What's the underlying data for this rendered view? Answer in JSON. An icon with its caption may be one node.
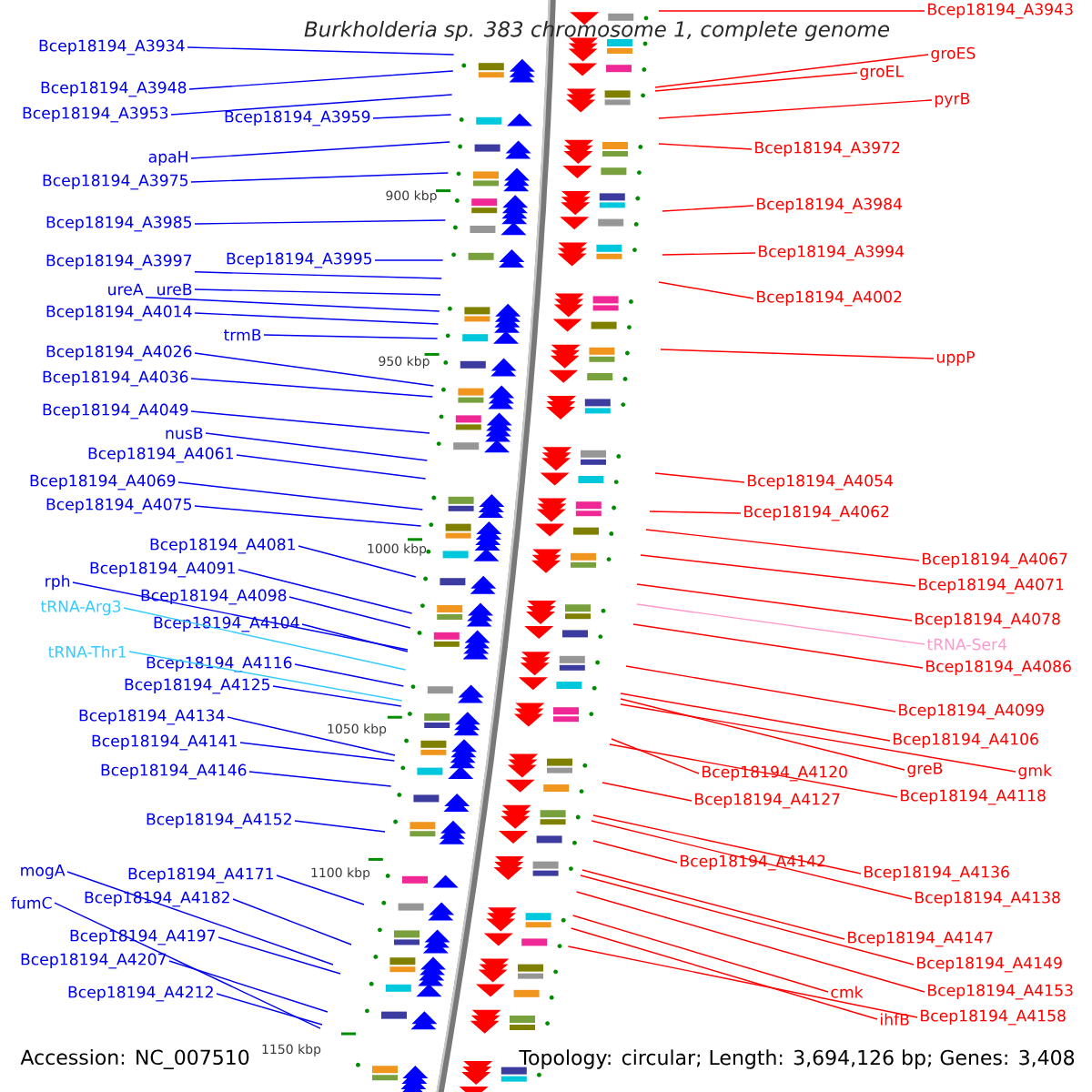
{
  "diagram": {
    "title": "Burkholderia sp. 383 chromosome 1, complete genome",
    "nodes": [
      {
        "text": [
          "Bcep18194_A3934"
        ]
      },
      {
        "text": [
          "Bcep18194_A3948"
        ]
      },
      {
        "text": [
          "Bcep18194_A3953"
        ]
      },
      {
        "text": [
          "Bcep18194_A3959"
        ]
      },
      {
        "text": [
          "apaH"
        ]
      },
      {
        "text": [
          "Bcep18194_A3975"
        ]
      },
      {
        "text": [
          "Bcep18194_A3985"
        ]
      },
      {
        "text": [
          "Bcep18194_A3997"
        ]
      },
      {
        "text": [
          "Bcep18194_A3995"
        ]
      },
      {
        "text": [
          "ureA"
        ]
      },
      {
        "text": [
          "ureB"
        ]
      },
      {
        "text": [
          "Bcep18194_A4014"
        ]
      },
      {
        "text": [
          "trmB"
        ]
      },
      {
        "text": [
          "Bcep18194_A4026"
        ]
      },
      {
        "text": [
          "Bcep18194_A4036"
        ]
      },
      {
        "text": [
          "Bcep18194_A4049"
        ]
      },
      {
        "text": [
          "nusB"
        ]
      },
      {
        "text": [
          "Bcep18194_A4061"
        ]
      },
      {
        "text": [
          "Bcep18194_A4069"
        ]
      },
      {
        "text": [
          "Bcep18194_A4075"
        ]
      },
      {
        "text": [
          "Bcep18194_A4081"
        ]
      },
      {
        "text": [
          "Bcep18194_A4091"
        ]
      },
      {
        "text": [
          "rph"
        ]
      },
      {
        "text": [
          "Bcep18194_A4098"
        ]
      },
      {
        "text": [
          "tRNA-Arg3"
        ]
      },
      {
        "text": [
          "Bcep18194_A4104"
        ]
      },
      {
        "text": [
          "tRNA-Thr1"
        ]
      },
      {
        "text": [
          "Bcep18194_A4116"
        ]
      },
      {
        "text": [
          "Bcep18194_A4125"
        ]
      },
      {
        "text": [
          "Bcep18194_A4134"
        ]
      },
      {
        "text": [
          "Bcep18194_A4141"
        ]
      },
      {
        "text": [
          "Bcep18194_A4146"
        ]
      },
      {
        "text": [
          "Bcep18194_A4152"
        ]
      },
      {
        "text": [
          "mogA"
        ]
      },
      {
        "text": [
          "Bcep18194_A4171"
        ]
      },
      {
        "text": [
          "fumC"
        ]
      },
      {
        "text": [
          "Bcep18194_A4182"
        ]
      },
      {
        "text": [
          "Bcep18194_A4197"
        ]
      },
      {
        "text": [
          "Bcep18194_A4207"
        ]
      },
      {
        "text": [
          "Bcep18194_A4212"
        ]
      },
      {
        "text": [
          "Bcep18194_A3943"
        ]
      },
      {
        "text": [
          "groES"
        ]
      },
      {
        "text": [
          "groEL"
        ]
      },
      {
        "text": [
          "pyrB"
        ]
      },
      {
        "text": [
          "Bcep18194_A3972"
        ]
      },
      {
        "text": [
          "Bcep18194_A3984"
        ]
      },
      {
        "text": [
          "Bcep18194_A3994"
        ]
      },
      {
        "text": [
          "Bcep18194_A4002"
        ]
      },
      {
        "text": [
          "uppP"
        ]
      },
      {
        "text": [
          "Bcep18194_A4054"
        ]
      },
      {
        "text": [
          "Bcep18194_A4062"
        ]
      },
      {
        "text": [
          "Bcep18194_A4067"
        ]
      },
      {
        "text": [
          "Bcep18194_A4071"
        ]
      },
      {
        "text": [
          "Bcep18194_A4078"
        ]
      },
      {
        "text": [
          "tRNA-Ser4"
        ]
      },
      {
        "text": [
          "Bcep18194_A4086"
        ]
      },
      {
        "text": [
          "Bcep18194_A4099"
        ]
      },
      {
        "text": [
          "Bcep18194_A4106"
        ]
      },
      {
        "text": [
          "greB"
        ]
      },
      {
        "text": [
          "gmk"
        ]
      },
      {
        "text": [
          "Bcep18194_A4120"
        ]
      },
      {
        "text": [
          "Bcep18194_A4118"
        ]
      },
      {
        "text": [
          "Bcep18194_A4127"
        ]
      },
      {
        "text": [
          "Bcep18194_A4142"
        ]
      },
      {
        "text": [
          "Bcep18194_A4136"
        ]
      },
      {
        "text": [
          "Bcep18194_A4138"
        ]
      },
      {
        "text": [
          "Bcep18194_A4147"
        ]
      },
      {
        "text": [
          "Bcep18194_A4149"
        ]
      },
      {
        "text": [
          "Bcep18194_A4153"
        ]
      },
      {
        "text": [
          "cmk"
        ]
      },
      {
        "text": [
          "ihfB"
        ]
      },
      {
        "text": [
          "Bcep18194_A4158"
        ]
      }
    ],
    "edges": [
      {
        "from": 0,
        "to": null,
        "arrow": "none"
      },
      {
        "from": 1,
        "to": null,
        "arrow": "none"
      },
      {
        "from": 2,
        "to": null,
        "arrow": "none"
      },
      {
        "from": 3,
        "to": null,
        "arrow": "none"
      },
      {
        "from": 4,
        "to": null,
        "arrow": "none"
      },
      {
        "from": 5,
        "to": null,
        "arrow": "none"
      },
      {
        "from": 6,
        "to": null,
        "arrow": "none"
      },
      {
        "from": 7,
        "to": null,
        "arrow": "none"
      },
      {
        "from": 8,
        "to": null,
        "arrow": "none"
      },
      {
        "from": 9,
        "to": null,
        "arrow": "none"
      },
      {
        "from": 10,
        "to": null,
        "arrow": "none"
      },
      {
        "from": 11,
        "to": null,
        "arrow": "none"
      },
      {
        "from": 12,
        "to": null,
        "arrow": "none"
      },
      {
        "from": 13,
        "to": null,
        "arrow": "none"
      },
      {
        "from": 14,
        "to": null,
        "arrow": "none"
      },
      {
        "from": 15,
        "to": null,
        "arrow": "none"
      },
      {
        "from": 16,
        "to": null,
        "arrow": "none"
      },
      {
        "from": 17,
        "to": null,
        "arrow": "none"
      },
      {
        "from": 18,
        "to": null,
        "arrow": "none"
      },
      {
        "from": 19,
        "to": null,
        "arrow": "none"
      },
      {
        "from": 20,
        "to": null,
        "arrow": "none"
      },
      {
        "from": 21,
        "to": null,
        "arrow": "none"
      },
      {
        "from": 22,
        "to": null,
        "arrow": "none"
      },
      {
        "from": 23,
        "to": null,
        "arrow": "none"
      },
      {
        "from": 24,
        "to": null,
        "arrow": "none",
        "color": "#33ccff"
      },
      {
        "from": 25,
        "to": null,
        "arrow": "none"
      },
      {
        "from": 26,
        "to": null,
        "arrow": "none",
        "color": "#33ccff"
      },
      {
        "from": 27,
        "to": null,
        "arrow": "none"
      },
      {
        "from": 28,
        "to": null,
        "arrow": "none"
      },
      {
        "from": 29,
        "to": null,
        "arrow": "none"
      },
      {
        "from": 30,
        "to": null,
        "arrow": "none"
      },
      {
        "from": 31,
        "to": null,
        "arrow": "none"
      },
      {
        "from": 32,
        "to": null,
        "arrow": "none"
      },
      {
        "from": 33,
        "to": null,
        "arrow": "none"
      },
      {
        "from": 34,
        "to": null,
        "arrow": "none"
      },
      {
        "from": 35,
        "to": null,
        "arrow": "none"
      },
      {
        "from": 36,
        "to": null,
        "arrow": "none"
      },
      {
        "from": 37,
        "to": null,
        "arrow": "none"
      },
      {
        "from": 38,
        "to": null,
        "arrow": "none"
      },
      {
        "from": 39,
        "to": null,
        "arrow": "none"
      },
      {
        "from": 40,
        "to": null,
        "arrow": "none",
        "color": "#ff0000"
      },
      {
        "from": 41,
        "to": null,
        "arrow": "none",
        "color": "#ff0000"
      },
      {
        "from": 42,
        "to": null,
        "arrow": "none",
        "color": "#ff0000"
      },
      {
        "from": 43,
        "to": null,
        "arrow": "none",
        "color": "#ff0000"
      },
      {
        "from": 44,
        "to": null,
        "arrow": "none",
        "color": "#ff0000"
      },
      {
        "from": 45,
        "to": null,
        "arrow": "none",
        "color": "#ff0000"
      },
      {
        "from": 46,
        "to": null,
        "arrow": "none",
        "color": "#ff0000"
      },
      {
        "from": 47,
        "to": null,
        "arrow": "none",
        "color": "#ff0000"
      },
      {
        "from": 48,
        "to": null,
        "arrow": "none",
        "color": "#ff0000"
      },
      {
        "from": 49,
        "to": null,
        "arrow": "none",
        "color": "#ff0000"
      },
      {
        "from": 50,
        "to": null,
        "arrow": "none",
        "color": "#ff0000"
      },
      {
        "from": 51,
        "to": null,
        "arrow": "none",
        "color": "#ff0000"
      },
      {
        "from": 52,
        "to": null,
        "arrow": "none",
        "color": "#ff0000"
      },
      {
        "from": 53,
        "to": null,
        "arrow": "none",
        "color": "#ff0000"
      },
      {
        "from": 54,
        "to": null,
        "arrow": "none",
        "color": "#ff99cc"
      },
      {
        "from": 55,
        "to": null,
        "arrow": "none",
        "color": "#ff0000"
      },
      {
        "from": 56,
        "to": null,
        "arrow": "none",
        "color": "#ff0000"
      },
      {
        "from": 57,
        "to": null,
        "arrow": "none",
        "color": "#ff0000"
      },
      {
        "from": 58,
        "to": null,
        "arrow": "none",
        "color": "#ff0000"
      },
      {
        "from": 59,
        "to": null,
        "arrow": "none",
        "color": "#ff0000"
      },
      {
        "from": 60,
        "to": null,
        "arrow": "none",
        "color": "#ff0000"
      },
      {
        "from": 61,
        "to": null,
        "arrow": "none",
        "color": "#ff0000"
      },
      {
        "from": 62,
        "to": null,
        "arrow": "none",
        "color": "#ff0000"
      },
      {
        "from": 63,
        "to": null,
        "arrow": "none",
        "color": "#ff0000"
      },
      {
        "from": 64,
        "to": null,
        "arrow": "none",
        "color": "#ff0000"
      },
      {
        "from": 65,
        "to": null,
        "arrow": "none",
        "color": "#ff0000"
      },
      {
        "from": 66,
        "to": null,
        "arrow": "none",
        "color": "#ff0000"
      },
      {
        "from": 67,
        "to": null,
        "arrow": "none",
        "color": "#ff0000"
      },
      {
        "from": 68,
        "to": null,
        "arrow": "none",
        "color": "#ff0000"
      },
      {
        "from": 69,
        "to": null,
        "arrow": "none",
        "color": "#ff0000"
      },
      {
        "from": 70,
        "to": null,
        "arrow": "none",
        "color": "#ff0000"
      },
      {
        "from": 71,
        "to": null,
        "arrow": "none",
        "color": "#ff0000"
      }
    ],
    "labels": [
      "900 kbp",
      "950 kbp",
      "1000 kbp",
      "1050 kbp",
      "1100 kbp",
      "1150 kbp",
      "Accession: NC_007510",
      "Topology: circular; Length: 3,694,126 bp; Genes: 3,408"
    ]
  }
}
